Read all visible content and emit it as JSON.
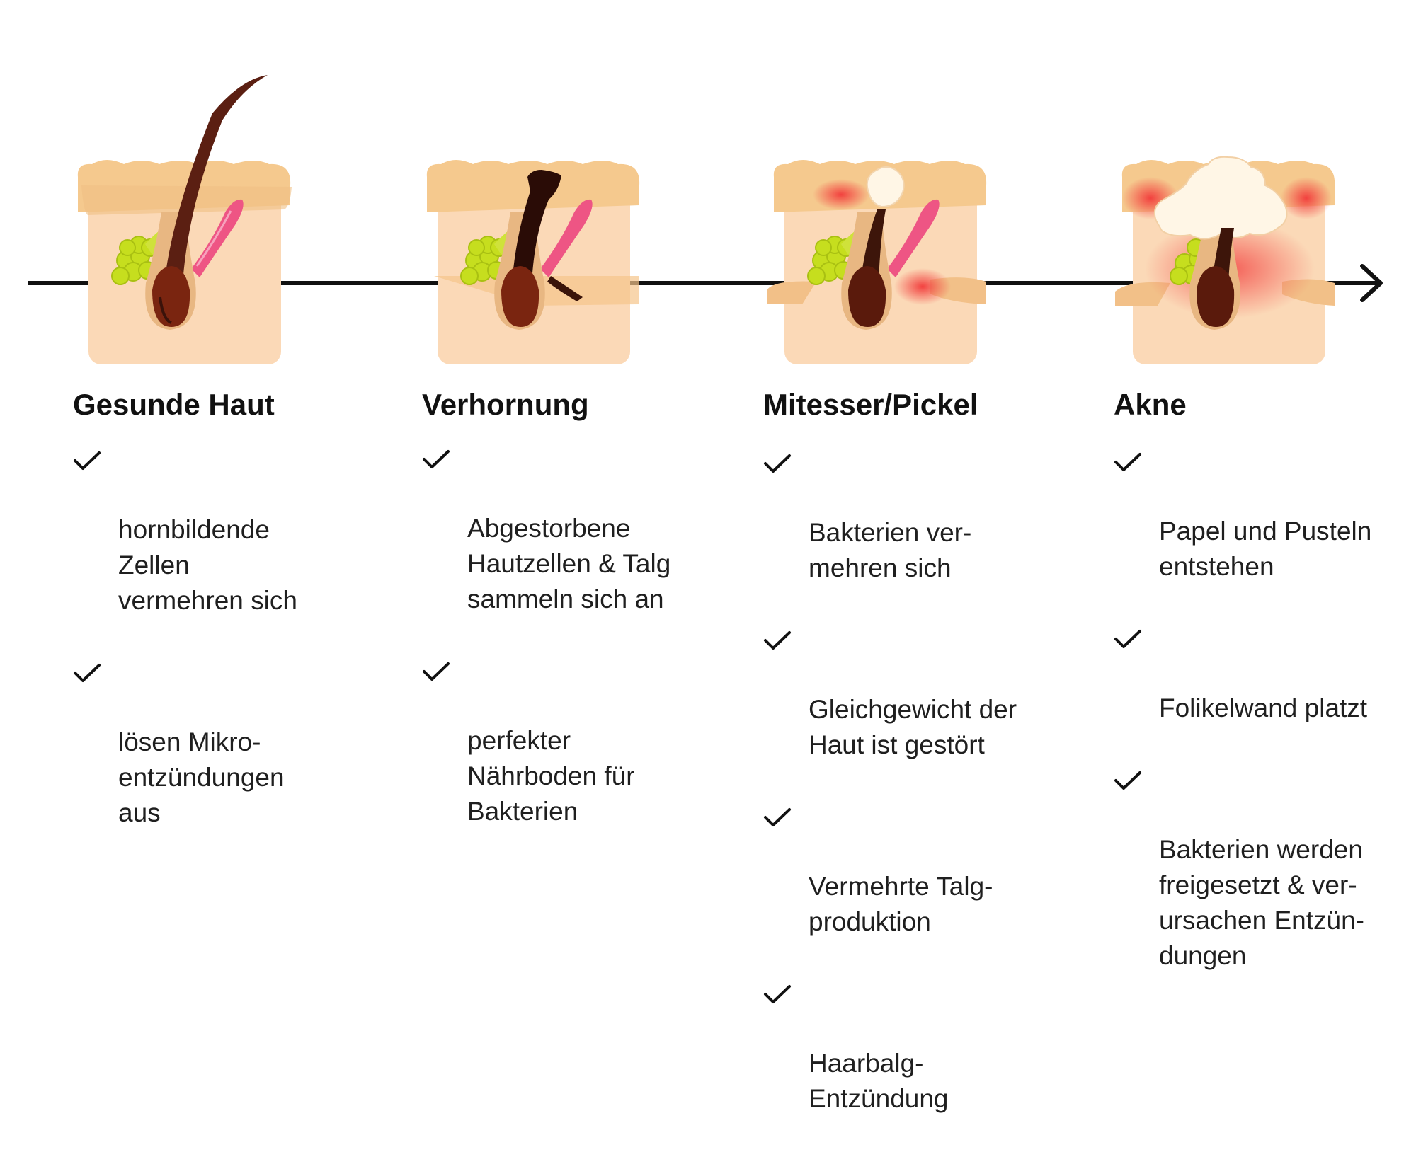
{
  "colors": {
    "skin": "#fbd9b7",
    "skin_edge": "#f3c48d",
    "epidermis": "#f5c98e",
    "follicle": "#e8b782",
    "hair": "#5b1f12",
    "hair_root": "#7a2510",
    "sebaceous": "#c6de1e",
    "muscle": "#ee5584",
    "inflammation": "#f23a3a",
    "pus": "#fff6e6",
    "line": "#111111"
  },
  "stages": [
    {
      "title": "Gesunde Haut",
      "bullets": [
        "hornbildende\nZellen\nvermehren sich",
        "lösen Mikro-\nentzündungen\naus"
      ]
    },
    {
      "title": "Verhornung",
      "bullets": [
        "Abgestorbene\nHautzellen & Talg\nsammeln sich an",
        "perfekter\nNährboden für\nBakterien"
      ]
    },
    {
      "title": "Mitesser/Pickel",
      "bullets": [
        "Bakterien ver-\nmehren sich",
        "Gleichgewicht der\nHaut ist gestört",
        "Vermehrte Talg-\nproduktion",
        "Haarbalg-\nEntzündung"
      ]
    },
    {
      "title": "Akne",
      "bullets": [
        "Papel und Pusteln\nentstehen",
        "Folikelwand platzt",
        "Bakterien werden\nfreigesetzt & ver-\nursachen  Entzün-\ndungen"
      ]
    }
  ]
}
